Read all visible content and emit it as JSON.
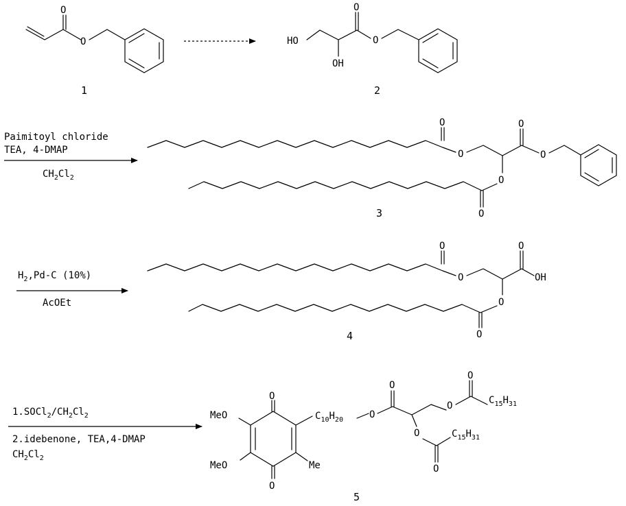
{
  "compound_numbers": {
    "c1": "1",
    "c2": "2",
    "c3": "3",
    "c4": "4",
    "c5": "5"
  },
  "atoms": {
    "O": "O",
    "HO": "HO",
    "OH": "OH",
    "MeO": "MeO",
    "Me": "Me",
    "C": "C",
    "H": "H"
  },
  "subscripts": {
    "n10": "10",
    "n20": "20",
    "n15": "15",
    "n31": "31",
    "n2": "2"
  },
  "step2": {
    "reagent_line1": "Paimitoyl chloride",
    "reagent_line2": "TEA, 4-DMAP",
    "solvent_ch": "CH",
    "solvent_cl": "Cl",
    "solvent_sub": "2"
  },
  "step3": {
    "reagent_h": "H",
    "reagent_h_sub": "2",
    "reagent_rest": ",Pd-C (10%)",
    "solvent": "AcOEt"
  },
  "step4": {
    "line1_a": "1.SOCl",
    "line1_b": "/CH",
    "line1_c": "Cl",
    "line2": "2.idebenone, TEA,4-DMAP",
    "line3_a": "CH",
    "line3_b": "Cl",
    "sub2": "2"
  }
}
